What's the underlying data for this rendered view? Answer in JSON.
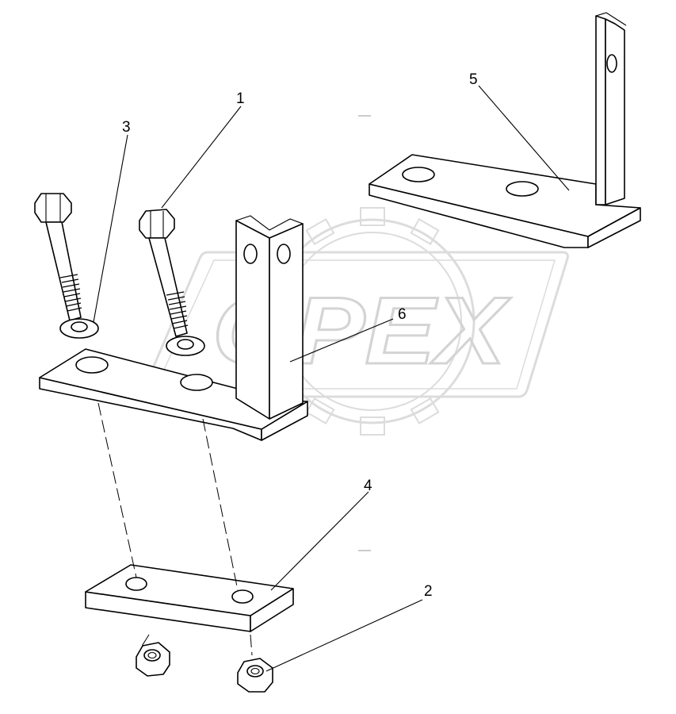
{
  "watermark": {
    "text": "OPEX",
    "color": "#dcdcdc"
  },
  "callouts": [
    {
      "id": "1",
      "label": "1"
    },
    {
      "id": "2",
      "label": "2"
    },
    {
      "id": "3",
      "label": "3"
    },
    {
      "id": "4",
      "label": "4"
    },
    {
      "id": "5",
      "label": "5"
    },
    {
      "id": "6",
      "label": "6"
    }
  ],
  "parts": [
    {
      "callout": "1",
      "name": "bolt-icon"
    },
    {
      "callout": "2",
      "name": "hex-nut-icon"
    },
    {
      "callout": "3",
      "name": "washer-icon"
    },
    {
      "callout": "4",
      "name": "clamp-plate-icon"
    },
    {
      "callout": "5",
      "name": "bracket-icon"
    },
    {
      "callout": "6",
      "name": "bracket-icon"
    }
  ]
}
